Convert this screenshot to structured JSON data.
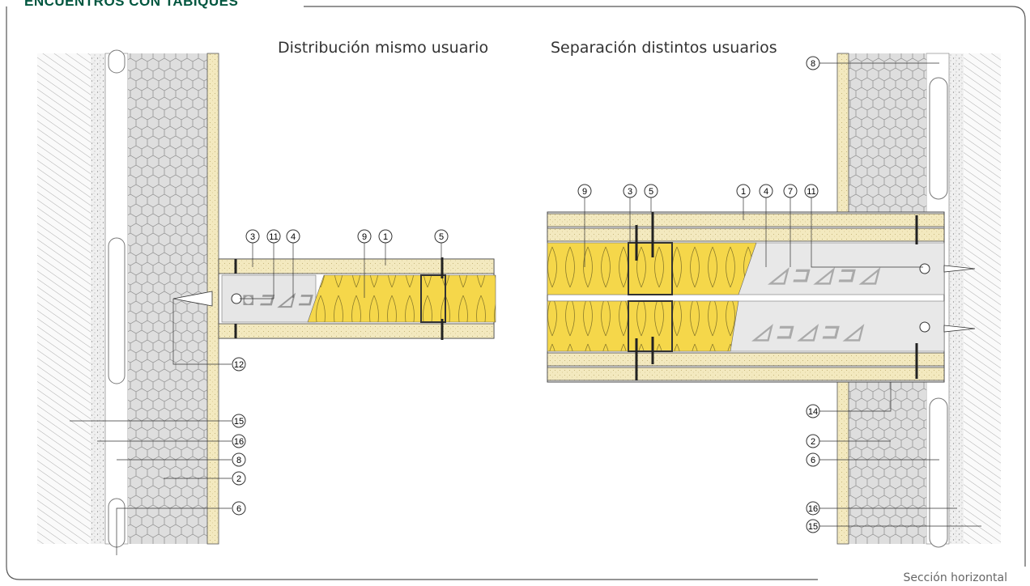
{
  "frame": {
    "title": "ENCUENTROS CON TABIQUES"
  },
  "views": {
    "left_title": "Distribución mismo usuario",
    "right_title": "Separación distintos usuarios"
  },
  "caption": "Sección horizontal",
  "colors": {
    "frame_line": "#555555",
    "title_green": "#00563f",
    "plaster": "#f1e6b8",
    "insulation": "#f6d84a",
    "concrete_block": "#d9d9d9",
    "render": "#ececec",
    "brick_hatch": "#9a9a9a",
    "steel": "#cfcfcf"
  },
  "left_labels": {
    "l3": "3",
    "l11": "11",
    "l4": "4",
    "l9": "9",
    "l1": "1",
    "l5": "5",
    "l12": "12",
    "l15": "15",
    "l16": "16",
    "l8": "8",
    "l2": "2",
    "l6": "6"
  },
  "right_labels": {
    "r8": "8",
    "r9": "9",
    "r3": "3",
    "r5": "5",
    "r1": "1",
    "r4": "4",
    "r7": "7",
    "r11": "11",
    "r14": "14",
    "r2": "2",
    "r6": "6",
    "r16": "16",
    "r15": "15"
  }
}
